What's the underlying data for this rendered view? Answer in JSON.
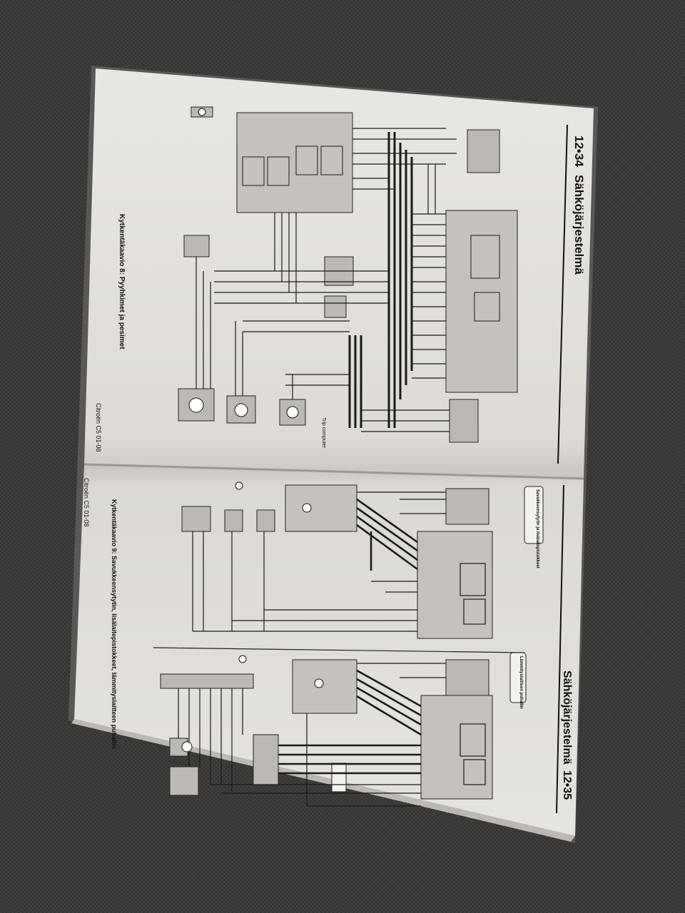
{
  "colors": {
    "background": "#3a3836",
    "paper": "#e4e2de",
    "ink": "#1a1a1a",
    "box": "#bdbab5"
  },
  "page_top": {
    "header_number": "12•34",
    "header_title": "Sähköjärjestelmä",
    "caption": "Kytkentäkaavio 8: Pyyhkimet ja pesimet",
    "footer": "Citroën C5 01-08",
    "note": "Trip computer"
  },
  "page_bottom": {
    "header_number": "12•35",
    "header_title": "Sähköjärjestelmä",
    "caption": "Kytkentäkaavio 9: Savukkeensytytin, lisälaitepistokkeet, lämmityslaitteen puhallin",
    "footer": "Citroën C5 01-08",
    "section_label_1": "Savukkeensytytin ja lisälaitepistokkeet",
    "section_label_2": "Lämmityslaitteen puhallin"
  }
}
